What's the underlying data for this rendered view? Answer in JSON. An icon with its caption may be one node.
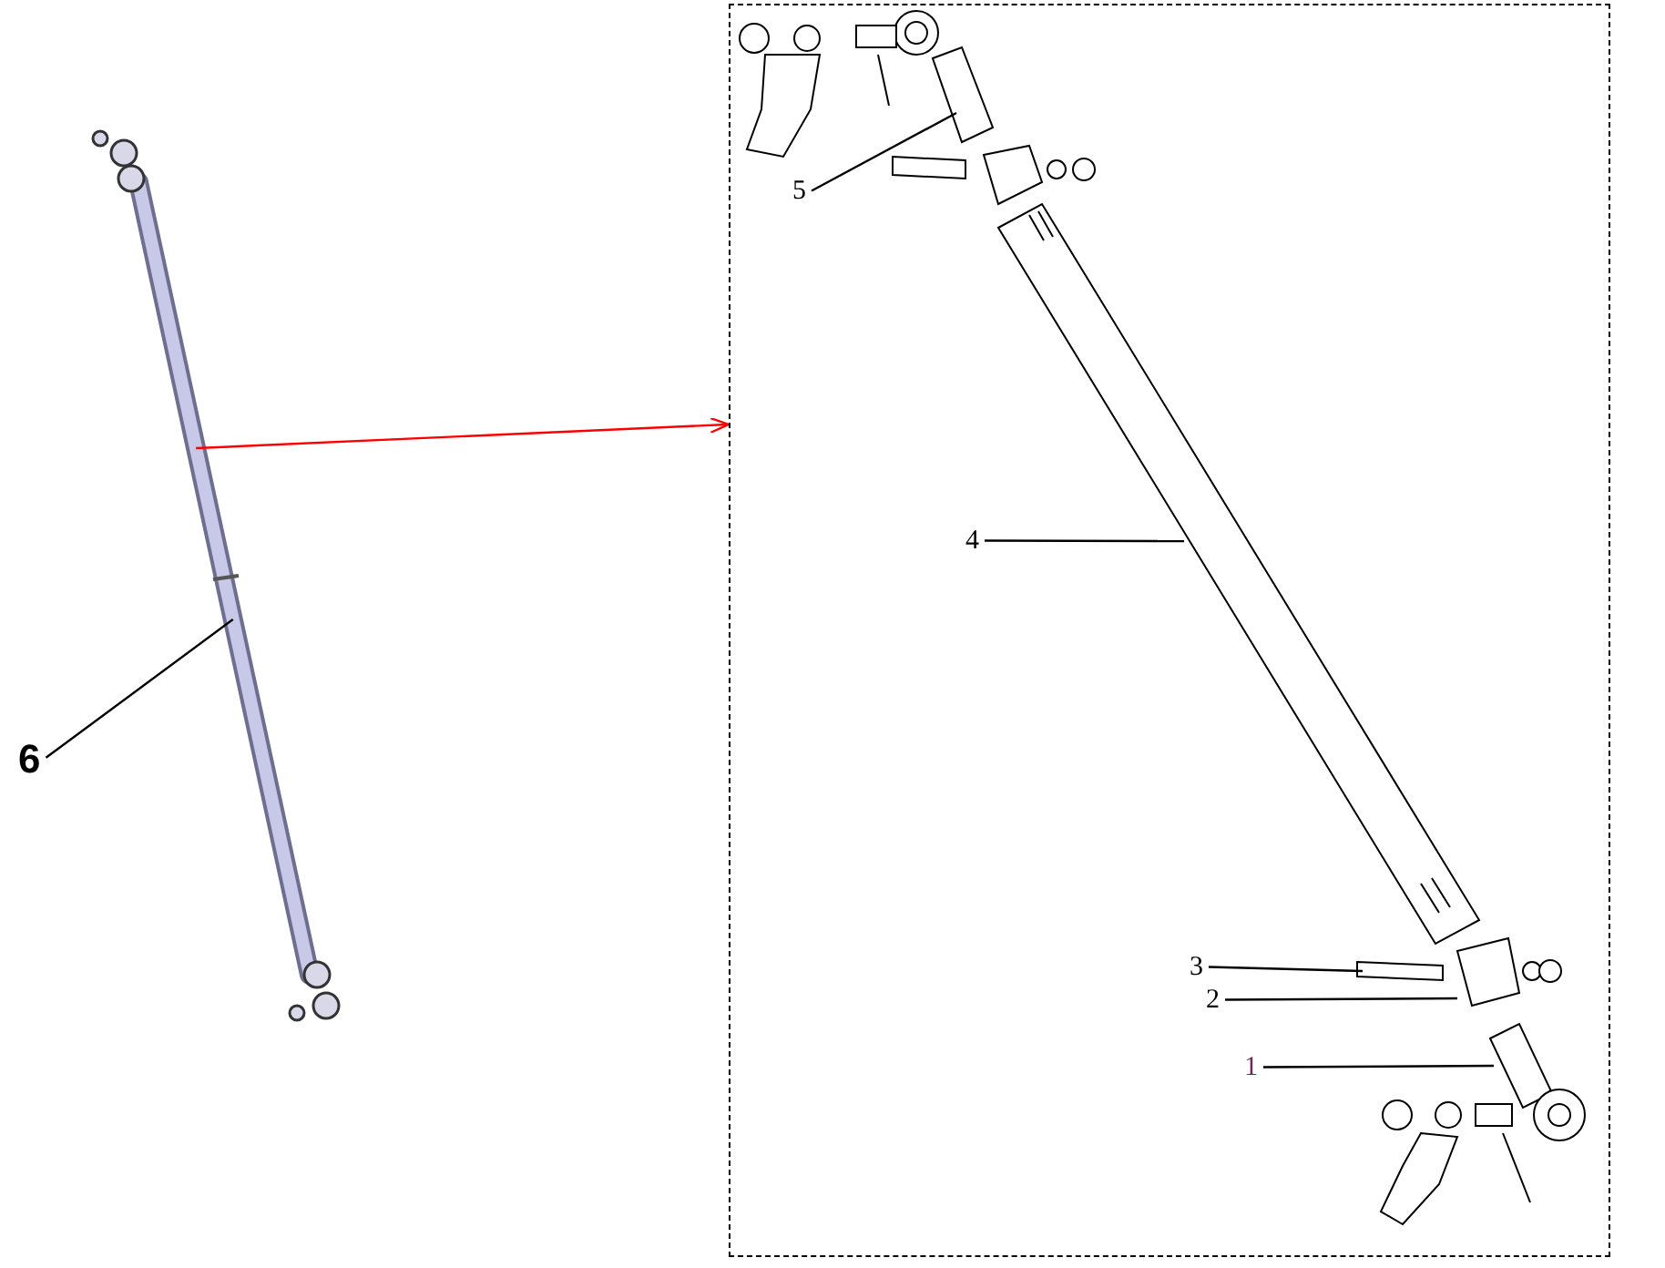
{
  "diagram": {
    "nodes": [
      {
        "text": [],
        "shape": "picture"
      },
      {
        "text": [
          "6"
        ]
      },
      {
        "text": [],
        "shape": "box"
      },
      {
        "text": [
          "5"
        ],
        "in": 2
      },
      {
        "text": [
          "4"
        ],
        "in": 2
      },
      {
        "text": [
          "3"
        ],
        "in": 2
      },
      {
        "text": [
          "2"
        ],
        "in": 2
      },
      {
        "text": [
          "1"
        ],
        "in": 2
      }
    ],
    "edges": [
      {
        "from": 1,
        "to": 0,
        "arrow": "none"
      },
      {
        "from": 0,
        "to": 2,
        "arrow": "to",
        "color": "#ff0000"
      },
      {
        "from": 3,
        "to": null,
        "arrow": "none"
      },
      {
        "from": 4,
        "to": null,
        "arrow": "none"
      },
      {
        "from": 5,
        "to": null,
        "arrow": "none"
      },
      {
        "from": 6,
        "to": null,
        "arrow": "none"
      },
      {
        "from": 7,
        "to": null,
        "arrow": "none"
      }
    ]
  }
}
